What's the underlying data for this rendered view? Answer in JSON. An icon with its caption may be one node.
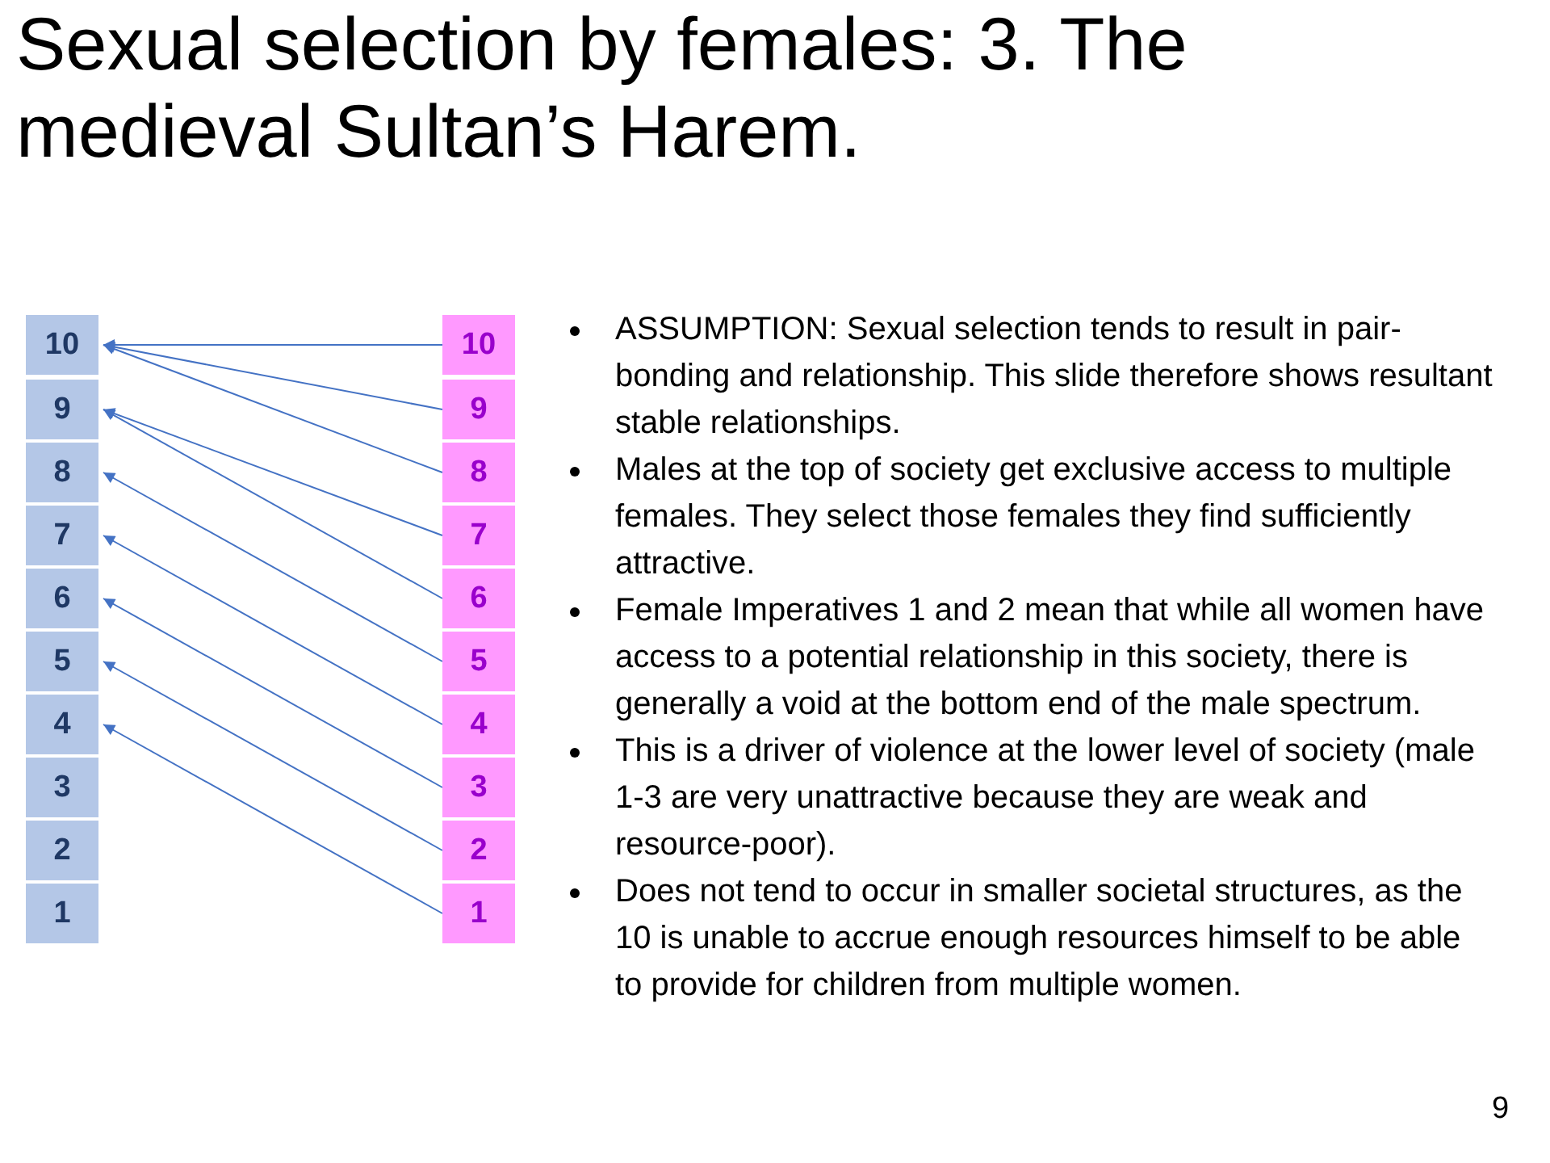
{
  "diagram": {
    "title": "Sexual selection by females: 3. The medieval Sultan’s Harem.",
    "nodes": [
      {
        "text": [
          "10"
        ]
      },
      {
        "text": [
          "9"
        ]
      },
      {
        "text": [
          "8"
        ]
      },
      {
        "text": [
          "7"
        ]
      },
      {
        "text": [
          "6"
        ]
      },
      {
        "text": [
          "5"
        ]
      },
      {
        "text": [
          "4"
        ]
      },
      {
        "text": [
          "3"
        ]
      },
      {
        "text": [
          "2"
        ]
      },
      {
        "text": [
          "1"
        ]
      },
      {
        "text": [
          "10"
        ]
      },
      {
        "text": [
          "9"
        ]
      },
      {
        "text": [
          "8"
        ]
      },
      {
        "text": [
          "7"
        ]
      },
      {
        "text": [
          "6"
        ]
      },
      {
        "text": [
          "5"
        ]
      },
      {
        "text": [
          "4"
        ]
      },
      {
        "text": [
          "3"
        ]
      },
      {
        "text": [
          "2"
        ]
      },
      {
        "text": [
          "1"
        ]
      }
    ],
    "edges": [
      {
        "from": 10,
        "to": 0,
        "arrow": "to"
      },
      {
        "from": 11,
        "to": 0,
        "arrow": "to"
      },
      {
        "from": 12,
        "to": 0,
        "arrow": "to"
      },
      {
        "from": 13,
        "to": 1,
        "arrow": "to"
      },
      {
        "from": 14,
        "to": 1,
        "arrow": "to"
      },
      {
        "from": 15,
        "to": 2,
        "arrow": "to"
      },
      {
        "from": 16,
        "to": 3,
        "arrow": "to"
      },
      {
        "from": 17,
        "to": 4,
        "arrow": "to"
      },
      {
        "from": 18,
        "to": 5,
        "arrow": "to"
      },
      {
        "from": 19,
        "to": 6,
        "arrow": "to"
      }
    ],
    "labels": [
      "ASSUMPTION: Sexual selection tends to result in pair-bonding and relationship. This slide therefore shows resultant stable relationships.",
      "Males at the top of society get exclusive access to multiple females. They select those females they find sufficiently attractive.",
      "Female Imperatives 1 and 2 mean that while all women have access to a potential relationship in this society, there is generally a void at the bottom end of the male spectrum.",
      "This is a driver of violence at the lower level of society (male 1-3 are very unattractive because they are weak and resource-poor).",
      "Does not tend to occur in smaller societal structures, as the 10 is unable to accrue enough resources himself to be able to provide for children from multiple women.",
      "9"
    ]
  }
}
